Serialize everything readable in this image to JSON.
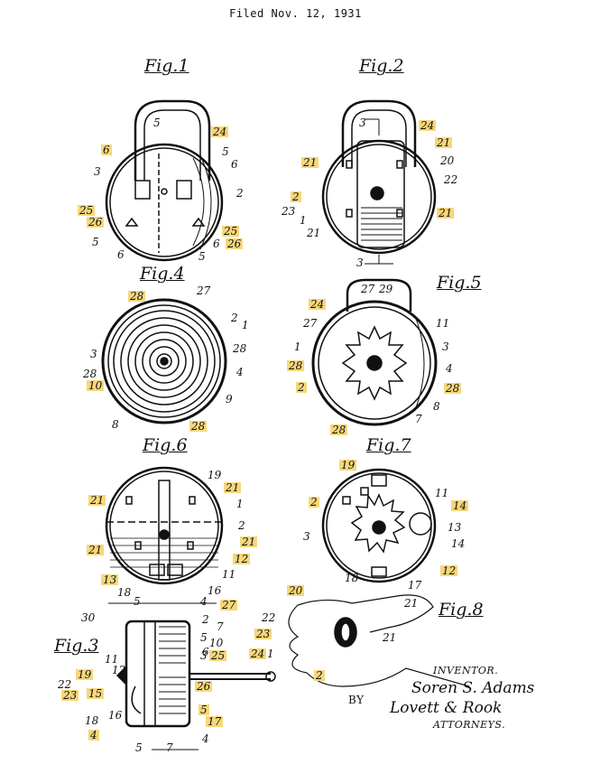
{
  "header": {
    "filed": "Filed Nov. 12, 1931"
  },
  "figures": {
    "fig1": "Fig.1",
    "fig2": "Fig.2",
    "fig4": "Fig.4",
    "fig5": "Fig.5",
    "fig6": "Fig.6",
    "fig7": "Fig.7",
    "fig3": "Fig.3",
    "fig8": "Fig.8"
  },
  "callouts": {
    "f1": [
      "5",
      "24",
      "6",
      "3",
      "5",
      "6",
      "2",
      "25",
      "26",
      "25",
      "5",
      "6",
      "5",
      "6",
      "26"
    ],
    "f2": [
      "3",
      "24",
      "21",
      "21",
      "20",
      "22",
      "2",
      "23",
      "1",
      "21",
      "21",
      "3"
    ],
    "f4": [
      "28",
      "27",
      "2",
      "1",
      "28",
      "3",
      "4",
      "28",
      "10",
      "9",
      "8",
      "28"
    ],
    "f5": [
      "24",
      "27",
      "29",
      "11",
      "27",
      "1",
      "3",
      "28",
      "4",
      "2",
      "28",
      "8",
      "7",
      "28"
    ],
    "f6": [
      "19",
      "21",
      "21",
      "1",
      "2",
      "21",
      "21",
      "12",
      "13",
      "11",
      "18",
      "16"
    ],
    "f7": [
      "19",
      "2",
      "11",
      "14",
      "3",
      "13",
      "14",
      "12",
      "18",
      "17"
    ],
    "f3": [
      "5",
      "4",
      "27",
      "30",
      "2",
      "7",
      "5",
      "10",
      "6",
      "11",
      "12",
      "3",
      "25",
      "24",
      "22",
      "19",
      "23",
      "15",
      "26",
      "18",
      "16",
      "5",
      "17",
      "4",
      "5",
      "7",
      "4"
    ],
    "f8": [
      "20",
      "21",
      "22",
      "23",
      "1",
      "21",
      "2"
    ]
  },
  "signature": {
    "inventor_label": "INVENTOR.",
    "inventor_name": "Soren S. Adams",
    "by": "BY",
    "attorneys_name": "Lovett & Rook",
    "attorneys_label": "ATTORNEYS."
  },
  "highlight_color": "#f7d77a"
}
